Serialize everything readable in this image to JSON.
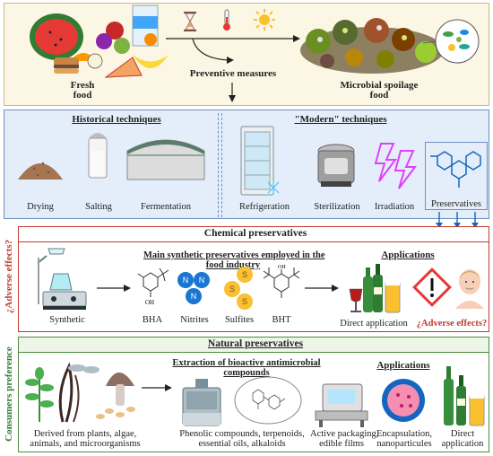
{
  "top": {
    "fresh_food": "Fresh food",
    "fresh_food_line1": "Fresh",
    "fresh_food_line2": "food",
    "preventive": "Preventive measures",
    "spoilage_line1": "Microbial spoilage",
    "spoilage_line2": "food"
  },
  "techniques": {
    "historical_title": "Historical techniques",
    "modern_title": "\"Modern\" techniques",
    "historical": [
      "Drying",
      "Salting",
      "Fermentation"
    ],
    "modern": [
      "Refrigeration",
      "Sterilization",
      "Irradiation",
      "Preservatives"
    ]
  },
  "chemical": {
    "title": "Chemical preservatives",
    "side_label": "¿Adverse effects?",
    "main_title_line1": "Main synthetic preservatives employed in the",
    "main_title_line2": "food industry",
    "synthetic": "Synthetic",
    "compounds": [
      "BHA",
      "Nitrites",
      "Sulfites",
      "BHT"
    ],
    "applications_title": "Applications",
    "direct_application": "Direct application",
    "adverse": "¿Adverse effects?",
    "n_letter": "N",
    "s_letter": "S",
    "oh": "OH"
  },
  "natural": {
    "title": "Natural preservatives",
    "side_label": "Consumers preference",
    "extraction_line1": "Extraction of bioactive antimicrobial",
    "extraction_line2": "compounds",
    "applications_title": "Applications",
    "derived_line1": "Derived from plants, algae,",
    "derived_line2": "animals, and microorganisms",
    "phenolic_line1": "Phenolic compounds, terpenoids,",
    "phenolic_line2": "essential oils, alkaloids",
    "packaging_line1": "Active packaging,",
    "packaging_line2": "edible films",
    "encapsulation_line1": "Encapsulation,",
    "encapsulation_line2": "nanoparticules",
    "direct_line1": "Direct",
    "direct_line2": "application"
  },
  "colors": {
    "top_bg": "#fcf7e4",
    "top_border": "#c9b98b",
    "tech_bg": "#e4eefa",
    "tech_border": "#6f8fc0",
    "chem_border": "#c0392b",
    "nat_border": "#4e8c3e",
    "header_bg": "#edf5e9"
  },
  "icons": [
    "watermelon",
    "hourglass-icon",
    "thermometer-icon",
    "sun-icon",
    "spoiled-food",
    "bacteria-icon",
    "drying-pile",
    "salt-shaker",
    "fermentation-tank",
    "refrigerator",
    "sterilizer",
    "lightning-icon",
    "molecule-icon",
    "lab-stirrer",
    "wine-bottles",
    "hazard-icon",
    "face-icon",
    "plants",
    "mushroom",
    "reactor",
    "packaging-machine",
    "nanoparticle"
  ]
}
